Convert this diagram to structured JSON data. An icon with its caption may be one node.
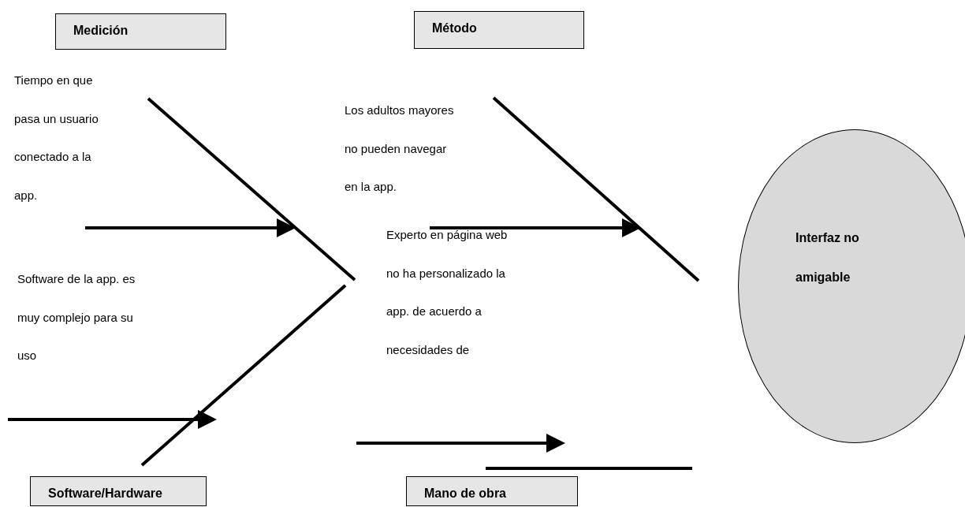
{
  "diagram": {
    "nodes": [
      {
        "text": [
          "Medición"
        ]
      },
      {
        "text": [
          "Método"
        ]
      },
      {
        "text": [
          "Interfaz no amigable"
        ]
      },
      {
        "text": [
          "Software/Hardware"
        ]
      },
      {
        "text": [
          "Mano de obra"
        ]
      }
    ],
    "labels": [
      "Tiempo en que pasa un usuario conectado a la app.",
      "Los adultos mayores no pueden navegar en la app.",
      "Software de la app. es muy complejo para su uso",
      "Experto en página web no ha personalizado la app. de acuerdo a necesidades de"
    ]
  }
}
